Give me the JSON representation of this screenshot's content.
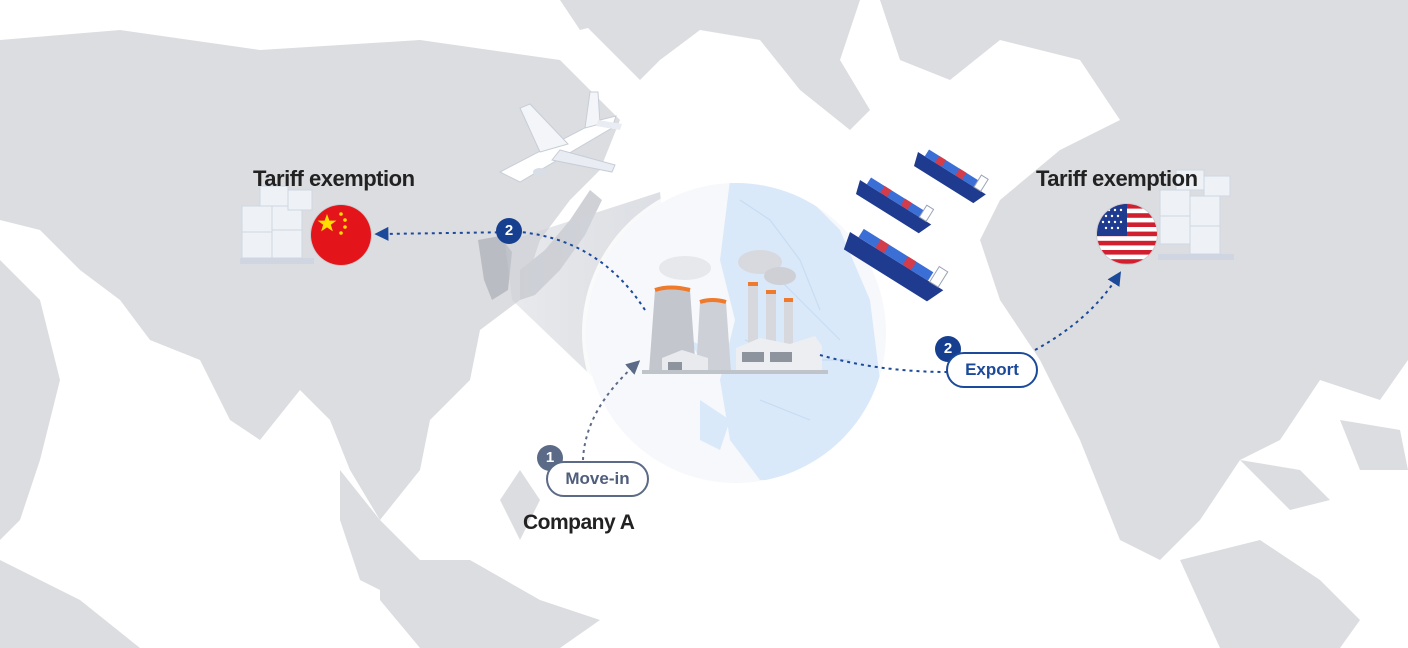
{
  "labels": {
    "china_title": "Tariff exemption",
    "usa_title": "Tariff exemption",
    "company": "Company A"
  },
  "steps": {
    "move_in": {
      "number": "1",
      "label": "Move-in"
    },
    "export_china": {
      "number": "2"
    },
    "export_usa": {
      "number": "2",
      "label": "Export"
    }
  },
  "colors": {
    "map_land": "#dcdde1",
    "map_sea": "#ffffff",
    "globe": "#e3effb",
    "accent_blue": "#1c4a9a",
    "step1_gray": "#5b6a86",
    "china_red": "#e3151b",
    "china_star": "#ffde00",
    "usa_red": "#d21f2f",
    "usa_blue": "#1f3b8f"
  },
  "icons": [
    "airplane-icon",
    "cargo-ship-icon",
    "factory-icon",
    "box-stack-icon",
    "china-flag-icon",
    "usa-flag-icon"
  ]
}
